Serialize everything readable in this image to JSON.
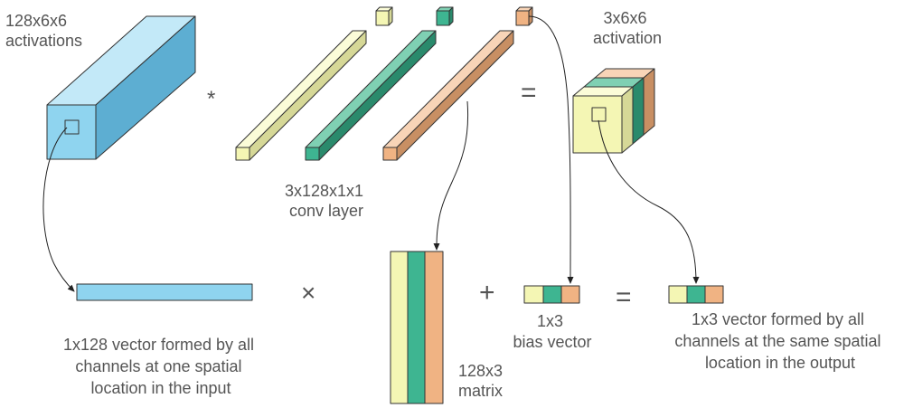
{
  "colors": {
    "blue": "#8fd4ef",
    "yellow": "#f4f6b4",
    "green": "#3eb591",
    "orange": "#f0b383",
    "text": "#555555"
  },
  "labels": {
    "input_activations": [
      "128x6x6",
      "activations"
    ],
    "output_activation": [
      "3x6x6",
      "activation"
    ],
    "conv_layer": [
      "3x128x1x1",
      "conv layer"
    ],
    "input_vector": [
      "1x128 vector formed by all",
      "channels at one spatial",
      "location in the input"
    ],
    "matrix": [
      "128x3",
      "matrix"
    ],
    "bias_vector": [
      "1x3",
      "bias vector"
    ],
    "output_vector": [
      "1x3 vector formed by all",
      "channels at the same spatial",
      "location in the output"
    ]
  },
  "operators": {
    "conv": "*",
    "equals_top": "=",
    "times": "×",
    "plus": "+",
    "equals_bottom": "="
  }
}
